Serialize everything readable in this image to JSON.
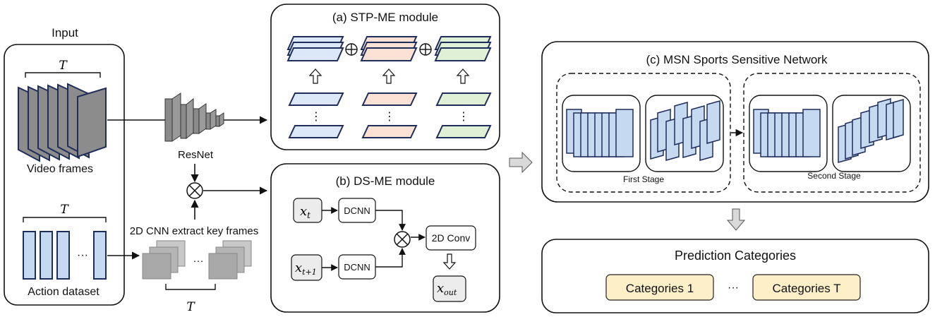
{
  "input": {
    "title": "Input",
    "time_label": "T",
    "video_label": "Video frames",
    "action_label": "Action dataset",
    "dots": "···"
  },
  "resnet_label": "ResNet",
  "cnn": {
    "label": "2D CNN extract key frames",
    "time_label": "T",
    "dots": "···"
  },
  "stp": {
    "title": "(a) STP-ME module",
    "colors": [
      "#dce8f7",
      "#fbe0d4",
      "#dff0d6"
    ],
    "dots": "⋮"
  },
  "dsme": {
    "title": "(b) DS-ME module",
    "x_t_base": "x",
    "x_t_sub": "t",
    "x_t1_base": "x",
    "x_t1_sub": "t+1",
    "dcnn1": "DCNN",
    "dcnn2": "DCNN",
    "conv": "2D Conv",
    "x_out_base": "x",
    "x_out_sub": "out"
  },
  "msn": {
    "title": "(c) MSN Sports Sensitive Network",
    "stage1": "First Stage",
    "stage2": "Second Stage"
  },
  "prediction": {
    "title": "Prediction Categories",
    "cat1": "Categories 1",
    "dots": "···",
    "cat2": "Categories T",
    "fill": "#fdf0c8"
  },
  "colors": {
    "frame_blue": "#c5d9f0",
    "frame_stroke": "#1f2d5a",
    "gray_frame": "#8c8c8c",
    "key_frame": "#a8a8a8"
  }
}
